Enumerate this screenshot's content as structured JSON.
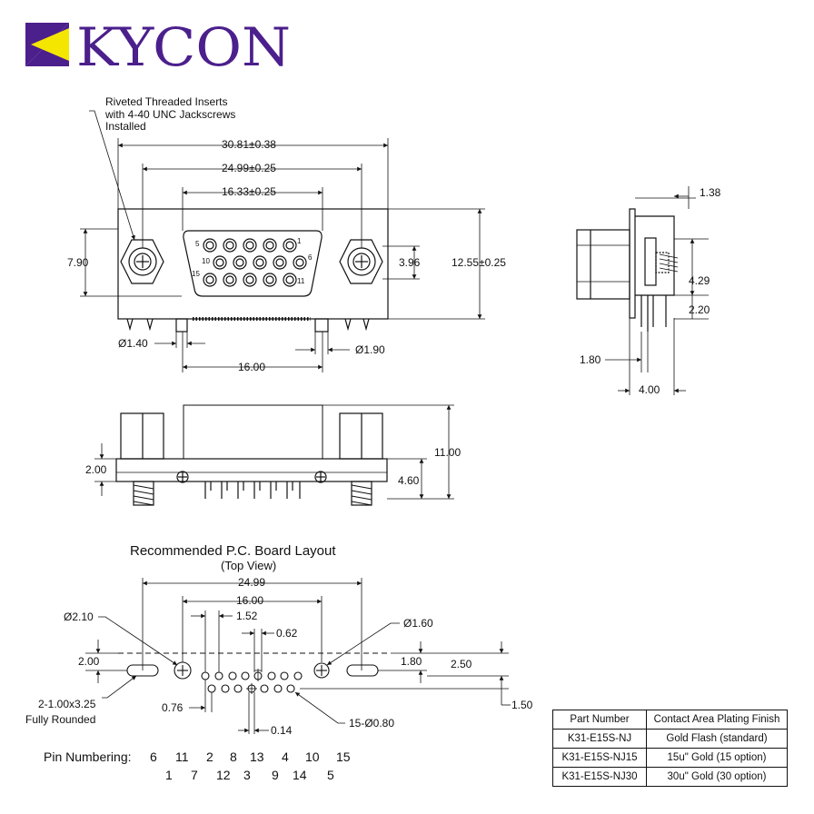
{
  "brand": {
    "logo_text": "KYCON",
    "purple": "#4b1f8c",
    "yellow": "#f5e600"
  },
  "front_view": {
    "callout": [
      "Riveted Threaded Inserts",
      "with 4-40 UNC Jackscrews",
      "Installed"
    ],
    "dims": {
      "overall_width": "30.81±0.38",
      "mount_spacing": "24.99±0.25",
      "shell_width": "16.33±0.25",
      "left_height": "7.90",
      "hole_height": "3.96",
      "overall_height": "12.55±0.25",
      "peg_small": "Ø1.40",
      "peg_large": "Ø1.90",
      "peg_spacing": "16.00"
    },
    "pin_labels": {
      "p5": "5",
      "p1": "1",
      "p10": "10",
      "p6": "6",
      "p15": "15",
      "p11": "11"
    }
  },
  "side_view": {
    "dims": {
      "d1": "1.38",
      "d2": "4.29",
      "d3": "2.20",
      "d4": "1.80",
      "d5": "4.00"
    }
  },
  "bottom_view": {
    "dims": {
      "d1": "2.00",
      "d2": "11.00",
      "d3": "4.60"
    }
  },
  "pcb_layout": {
    "title": "Recommended P.C. Board Layout",
    "subtitle": "(Top View)",
    "dims": {
      "a": "24.99",
      "b": "16.00",
      "c": "Ø2.10",
      "d": "1.52",
      "e": "0.62",
      "f": "Ø1.60",
      "g": "2.00",
      "h": "1.80",
      "i": "2.50",
      "j": "0.76",
      "k": "1.50",
      "l": "0.14",
      "m": "15-Ø0.80"
    },
    "slot_note": [
      "2-1.00x3.25",
      "Fully Rounded"
    ]
  },
  "pin_numbering": {
    "label": "Pin Numbering:",
    "row1": [
      "6",
      "11",
      "2",
      "8",
      "13",
      "4",
      "10",
      "15"
    ],
    "row2": [
      "1",
      "7",
      "12",
      "3",
      "9",
      "14",
      "5"
    ]
  },
  "parts_table": {
    "headers": [
      "Part Number",
      "Contact Area Plating Finish"
    ],
    "rows": [
      [
        "K31-E15S-NJ",
        "Gold Flash (standard)"
      ],
      [
        "K31-E15S-NJ15",
        "15u\" Gold (15 option)"
      ],
      [
        "K31-E15S-NJ30",
        "30u\" Gold (30 option)"
      ]
    ]
  }
}
